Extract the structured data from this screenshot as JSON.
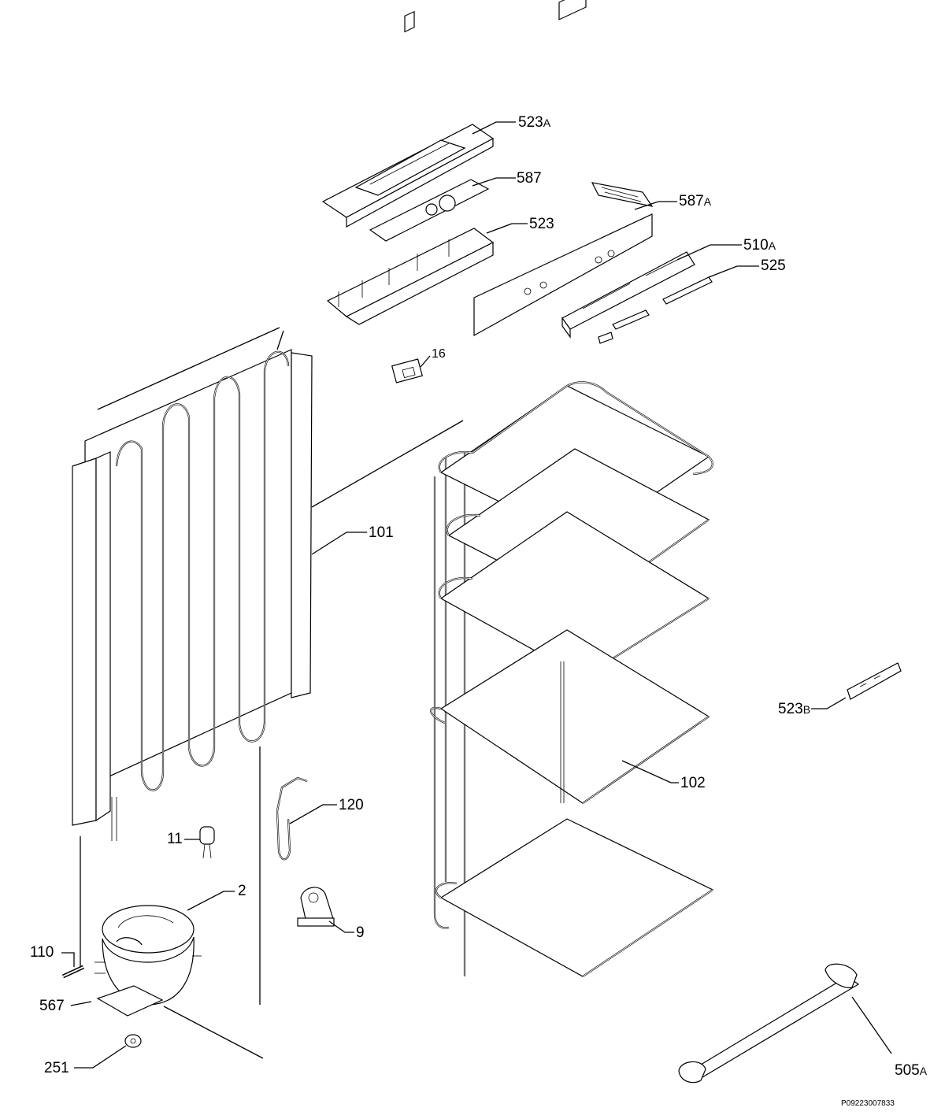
{
  "callouts": {
    "c523a": {
      "num": "523",
      "suffix": "A"
    },
    "c587": {
      "num": "587",
      "suffix": ""
    },
    "c587a": {
      "num": "587",
      "suffix": "A"
    },
    "c523": {
      "num": "523",
      "suffix": ""
    },
    "c510a": {
      "num": "510",
      "suffix": "A"
    },
    "c525": {
      "num": "525",
      "suffix": ""
    },
    "c16": {
      "num": "16",
      "suffix": ""
    },
    "c101": {
      "num": "101",
      "suffix": ""
    },
    "c523b": {
      "num": "523",
      "suffix": "B"
    },
    "c102": {
      "num": "102",
      "suffix": ""
    },
    "c120": {
      "num": "120",
      "suffix": ""
    },
    "c11": {
      "num": "11",
      "suffix": ""
    },
    "c2": {
      "num": "2",
      "suffix": ""
    },
    "c9": {
      "num": "9",
      "suffix": ""
    },
    "c110": {
      "num": "110",
      "suffix": ""
    },
    "c567": {
      "num": "567",
      "suffix": ""
    },
    "c251": {
      "num": "251",
      "suffix": ""
    },
    "c505a": {
      "num": "505",
      "suffix": "A"
    }
  },
  "document_id": "P09223007833"
}
